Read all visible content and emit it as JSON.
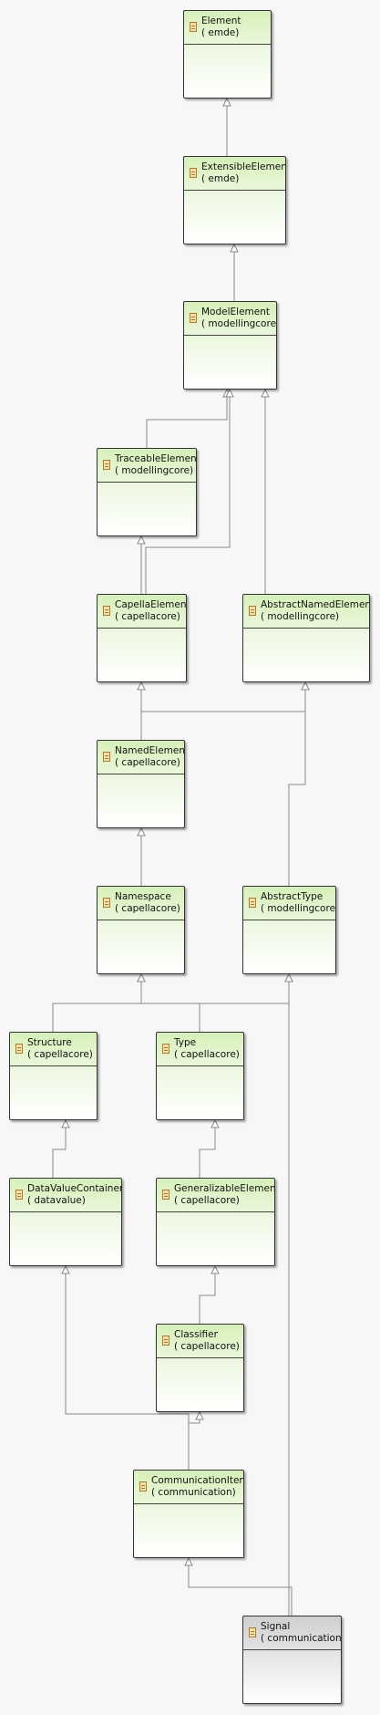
{
  "classes": [
    {
      "id": "element",
      "name": "Element",
      "package": "( emde)"
    },
    {
      "id": "extensible-element",
      "name": "ExtensibleElement",
      "package": "( emde)"
    },
    {
      "id": "model-element",
      "name": "ModelElement",
      "package": "( modellingcore)"
    },
    {
      "id": "traceable-element",
      "name": "TraceableElement",
      "package": "( modellingcore)"
    },
    {
      "id": "capella-element",
      "name": "CapellaElement",
      "package": "( capellacore)"
    },
    {
      "id": "abstract-named-element",
      "name": "AbstractNamedElement",
      "package": "( modellingcore)"
    },
    {
      "id": "named-element",
      "name": "NamedElement",
      "package": "( capellacore)"
    },
    {
      "id": "namespace",
      "name": "Namespace",
      "package": "( capellacore)"
    },
    {
      "id": "abstract-type",
      "name": "AbstractType",
      "package": "( modellingcore)"
    },
    {
      "id": "structure",
      "name": "Structure",
      "package": "( capellacore)"
    },
    {
      "id": "type",
      "name": "Type",
      "package": "( capellacore)"
    },
    {
      "id": "data-value-container",
      "name": "DataValueContainer",
      "package": "( datavalue)"
    },
    {
      "id": "generalizable-element",
      "name": "GeneralizableElement",
      "package": "( capellacore)"
    },
    {
      "id": "classifier",
      "name": "Classifier",
      "package": "( capellacore)"
    },
    {
      "id": "communication-item",
      "name": "CommunicationItem",
      "package": "( communication)"
    },
    {
      "id": "signal",
      "name": "Signal",
      "package": "( communication)",
      "selected": true
    }
  ],
  "generalizations": [
    {
      "from": "extensible-element",
      "to": "element"
    },
    {
      "from": "model-element",
      "to": "extensible-element"
    },
    {
      "from": "traceable-element",
      "to": "model-element"
    },
    {
      "from": "capella-element",
      "to": "model-element"
    },
    {
      "from": "capella-element",
      "to": "traceable-element"
    },
    {
      "from": "abstract-named-element",
      "to": "model-element"
    },
    {
      "from": "named-element",
      "to": "capella-element"
    },
    {
      "from": "named-element",
      "to": "abstract-named-element"
    },
    {
      "from": "namespace",
      "to": "named-element"
    },
    {
      "from": "abstract-type",
      "to": "abstract-named-element"
    },
    {
      "from": "structure",
      "to": "namespace"
    },
    {
      "from": "type",
      "to": "namespace"
    },
    {
      "from": "type",
      "to": "abstract-type"
    },
    {
      "from": "data-value-container",
      "to": "structure"
    },
    {
      "from": "generalizable-element",
      "to": "type"
    },
    {
      "from": "classifier",
      "to": "generalizable-element"
    },
    {
      "from": "communication-item",
      "to": "classifier"
    },
    {
      "from": "communication-item",
      "to": "data-value-container"
    },
    {
      "from": "signal",
      "to": "communication-item"
    },
    {
      "from": "signal",
      "to": "abstract-type"
    }
  ],
  "colors": {
    "class_fill_top": "#d6f0b8",
    "selected_fill_top": "#cfcfcf",
    "edge": "#8a8a8a",
    "background": "#f7f7f7"
  },
  "icons": {
    "class_icon": "class-icon",
    "generalization_arrow": "hollow-triangle-arrow-icon"
  }
}
